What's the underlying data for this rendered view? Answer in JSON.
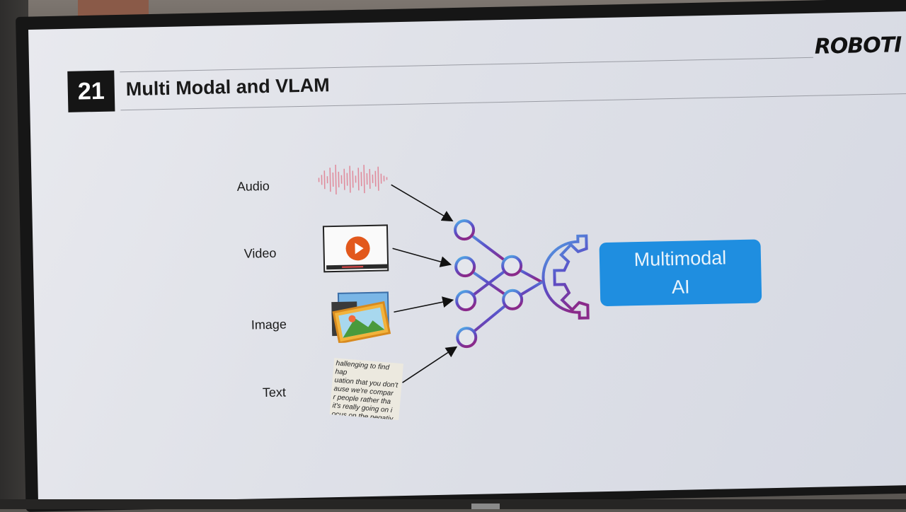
{
  "slide": {
    "number": "21",
    "title": "Multi Modal and VLAM",
    "logo": "ROBOTI"
  },
  "modalities": [
    {
      "label": "Audio",
      "icon": "waveform-icon"
    },
    {
      "label": "Video",
      "icon": "video-player-icon"
    },
    {
      "label": "Image",
      "icon": "picture-icon"
    },
    {
      "label": "Text",
      "icon": "text-snippet-icon"
    }
  ],
  "text_snippet": [
    "hallenging to find hap",
    "uation that you don't",
    "ause we're compar",
    "r people rather tha",
    "it's really going on i",
    "ocus on the negativ"
  ],
  "output": {
    "line1": "Multimodal",
    "line2": "AI",
    "color": "#1f8ee0"
  },
  "network_gradient": [
    "#4fb3e8",
    "#5a4fc8",
    "#8a2a8a"
  ]
}
